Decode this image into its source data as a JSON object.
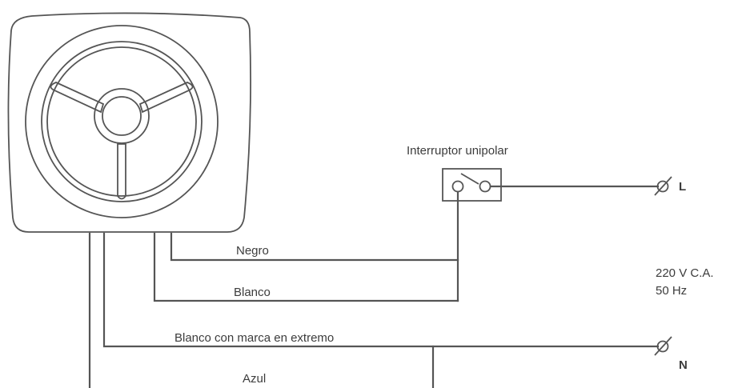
{
  "labels": {
    "switch": "Interruptor unipolar",
    "negro": "Negro",
    "blanco": "Blanco",
    "blanco_marca": "Blanco con marca en extremo",
    "azul": "Azul",
    "voltage": "220 V C.A.",
    "frequency": "50 Hz",
    "terminal_l": "L",
    "terminal_n": "N"
  },
  "colors": {
    "line": "#555555",
    "text": "#3c3c3c",
    "background": "#ffffff"
  },
  "icons": [
    "fan-icon",
    "switch-icon",
    "terminal-symbol"
  ]
}
